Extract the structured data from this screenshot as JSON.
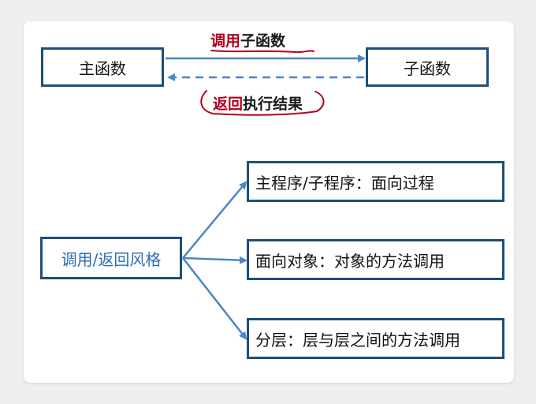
{
  "top": {
    "main_function": "主函数",
    "sub_function": "子函数",
    "call_label_red": "调用",
    "call_label_black": "子函数",
    "return_label_red": "返回",
    "return_label_black": "执行结果"
  },
  "style": {
    "root": "调用/返回风格",
    "branches": [
      "主程序/子程序：面向过程",
      "面向对象：对象的方法调用",
      "分层：层与层之间的方法调用"
    ]
  },
  "colors": {
    "box_border": "#1f4e79",
    "arrow": "#4a86c5",
    "annotation": "#b3001b"
  }
}
